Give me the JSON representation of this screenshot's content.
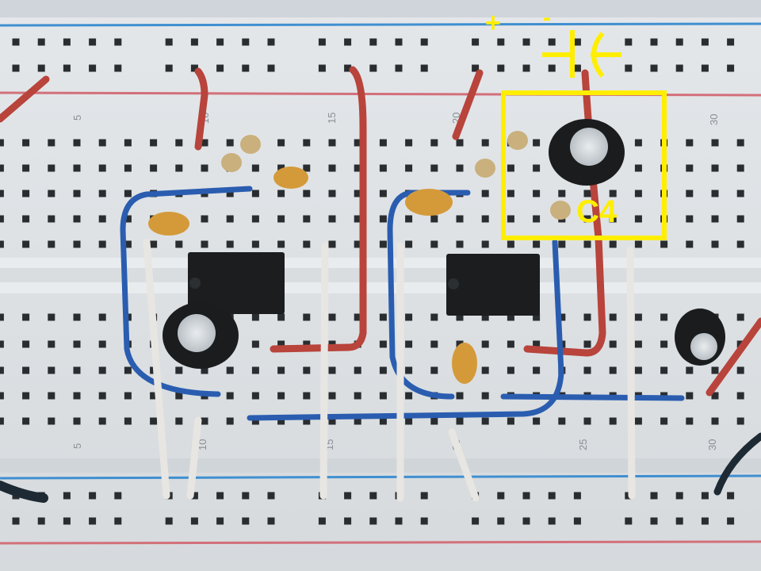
{
  "annotation": {
    "plus_label": "+",
    "minus_label": "-",
    "component_label": "C4",
    "highlight_color": "#ffee00"
  },
  "breadboard": {
    "top_column_numbers": [
      "5",
      "10",
      "15",
      "20",
      "30"
    ],
    "bottom_column_numbers": [
      "5",
      "10",
      "15",
      "20",
      "25",
      "30"
    ],
    "rail_red": "#d2707a",
    "rail_blue": "#3f8fd0"
  }
}
